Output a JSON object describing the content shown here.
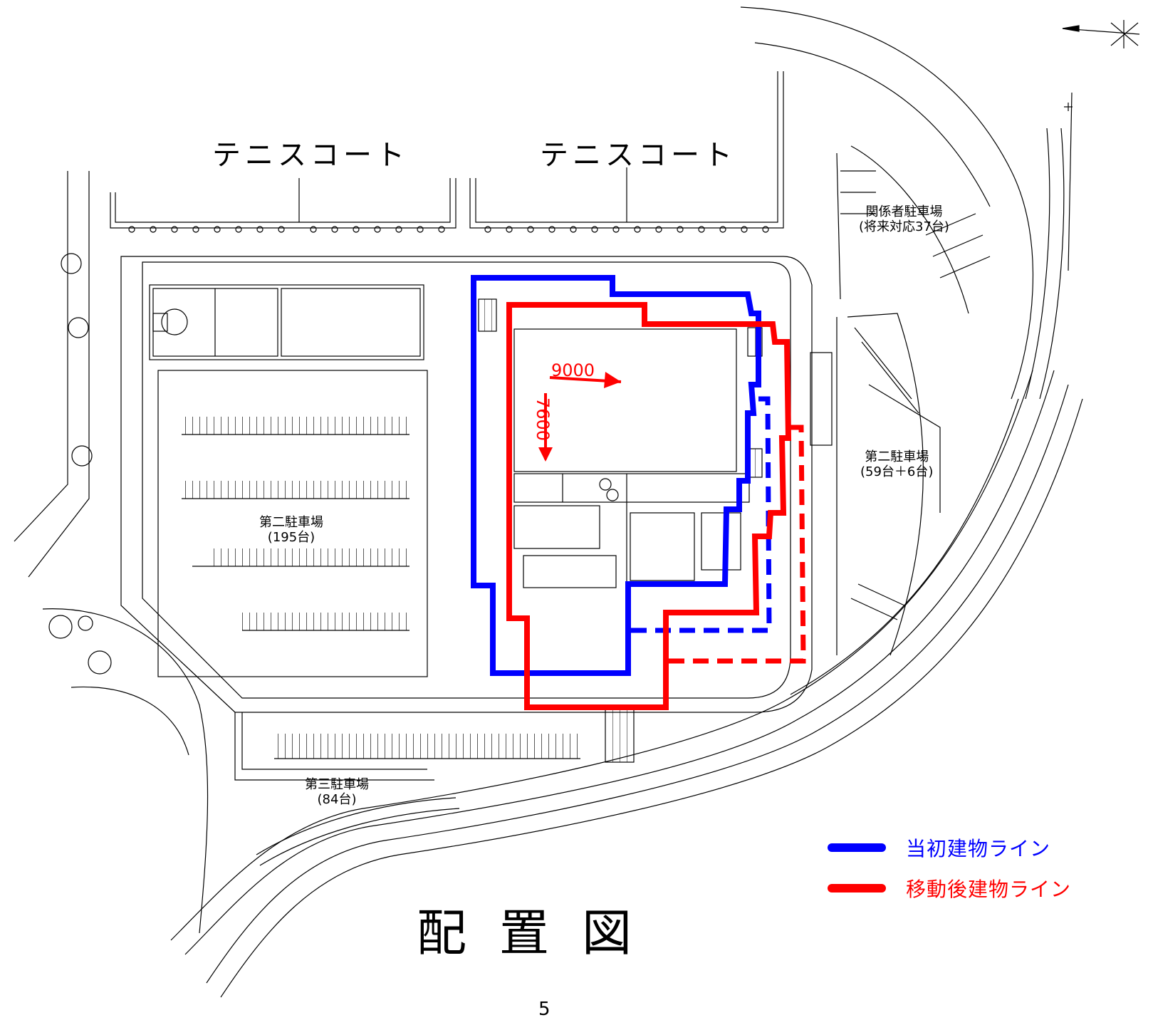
{
  "labels": {
    "tennis_court_1": "テニスコート",
    "tennis_court_2": "テニスコート",
    "parking_staff_name": "関係者駐車場",
    "parking_staff_cap": "(将来対応37台)",
    "parking_second_name": "第二駐車場",
    "parking_second_cap": "(59台＋6台)",
    "parking_first_name": "第二駐車場",
    "parking_first_cap": "(195台)",
    "parking_third_name": "第三駐車場",
    "parking_third_cap": "(84台)"
  },
  "dimensions": {
    "shift_x": "9000",
    "shift_y": "7600"
  },
  "legend": {
    "original_label": "当初建物ライン",
    "original_color": "#0000ff",
    "moved_label": "移動後建物ライン",
    "moved_color": "#ff0000"
  },
  "title": "配置図",
  "page_number": "5"
}
